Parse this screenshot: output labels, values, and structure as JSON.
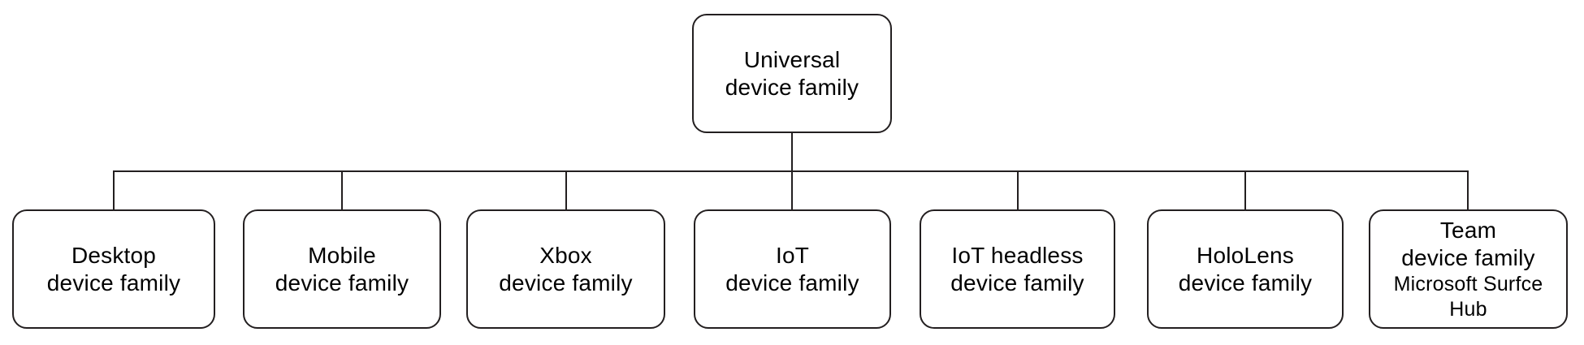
{
  "diagram": {
    "description": "Windows universal device family hierarchy",
    "root": {
      "lines": [
        "Universal",
        "device family"
      ]
    },
    "children": [
      {
        "id": "desktop",
        "lines": [
          "Desktop",
          "device family"
        ]
      },
      {
        "id": "mobile",
        "lines": [
          "Mobile",
          "device family"
        ]
      },
      {
        "id": "xbox",
        "lines": [
          "Xbox",
          "device family"
        ]
      },
      {
        "id": "iot",
        "lines": [
          "IoT",
          "device family"
        ]
      },
      {
        "id": "iot-headless",
        "lines": [
          "IoT headless",
          "device family"
        ]
      },
      {
        "id": "hololens",
        "lines": [
          "HoloLens",
          "device family"
        ]
      },
      {
        "id": "team",
        "lines": [
          "Team",
          "device family",
          "Microsoft Surfce",
          "Hub"
        ]
      }
    ],
    "colors": {
      "line": "#231f20",
      "box_background": "#ffffff",
      "text": "#000000"
    }
  }
}
